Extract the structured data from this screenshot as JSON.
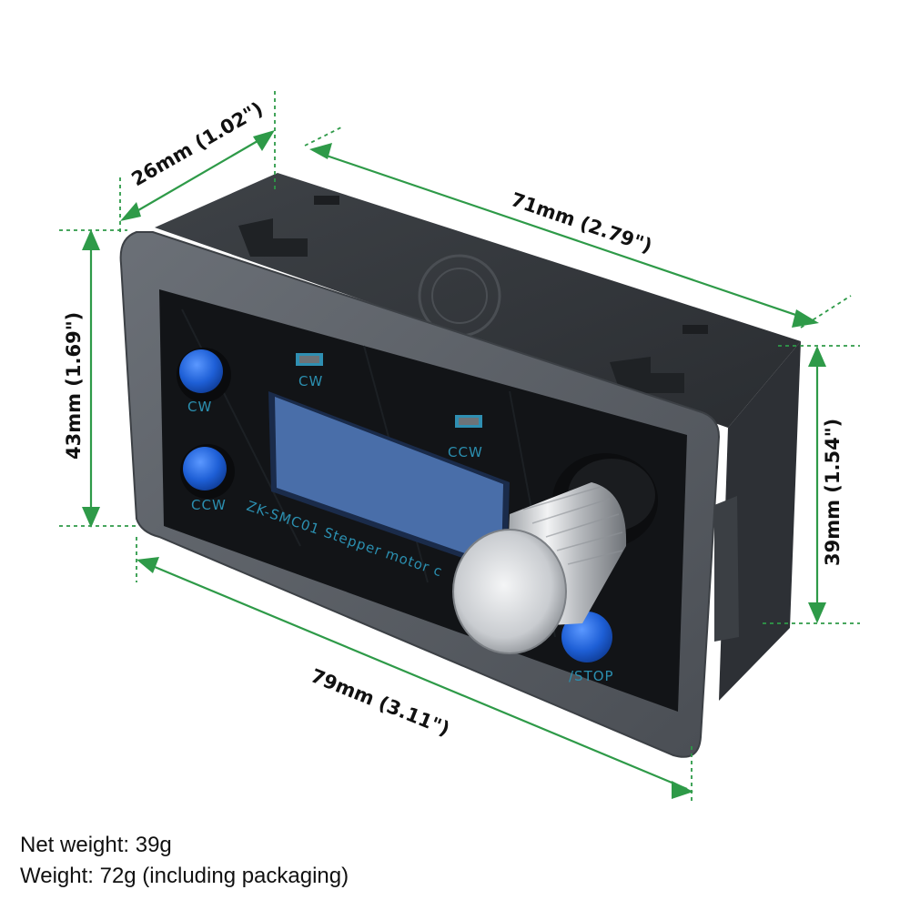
{
  "dimensions": {
    "depth": "26mm (1.02\")",
    "top_width": "71mm (2.79\")",
    "left_height": "43mm (1.69\")",
    "right_height": "39mm (1.54\")",
    "bottom_width": "79mm (3.11\")"
  },
  "panel": {
    "cw_top_button": "CW",
    "ccw_left_button": "CCW",
    "cw_indicator": "CW",
    "ccw_indicator": "CCW",
    "model_text": "ZK-SMC01  Stepper motor c",
    "run_stop_button": "/STOP"
  },
  "specs": {
    "net_weight": "Net weight: 39g",
    "weight": "Weight: 72g (including packaging)"
  },
  "colors": {
    "dimension_green": "#2e9a48",
    "housing_gray": "#55595f",
    "panel_black": "#121417",
    "button_blue": "#1e5fd6",
    "lcd_blue": "#5a86c9"
  }
}
